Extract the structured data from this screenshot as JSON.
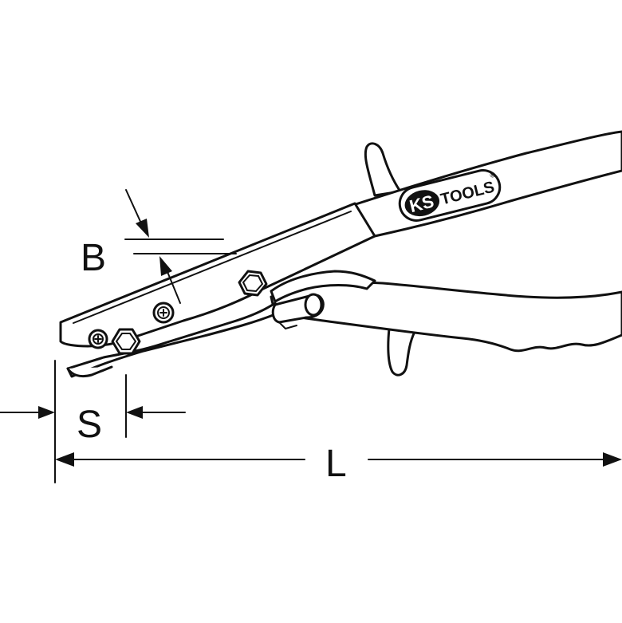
{
  "dimensions": {
    "B": "B",
    "S": "S",
    "L": "L"
  },
  "logo": {
    "brand_left": "KS",
    "brand_right": "TOOLS",
    "registered_mark": "®"
  },
  "colors": {
    "ink": "#111111",
    "background": "#ffffff"
  }
}
